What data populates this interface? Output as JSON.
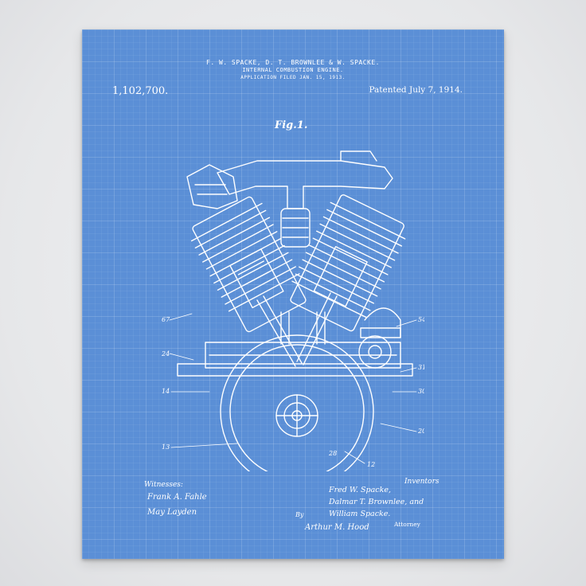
{
  "header": {
    "inventors_line": "F. W. SPACKE, D. T. BROWNLEE & W. SPACKE.",
    "title_line": "INTERNAL COMBUSTION ENGINE.",
    "application_line": "APPLICATION FILED JAN. 15, 1913."
  },
  "patent_number": "1,102,700.",
  "patent_date": "Patented July 7, 1914.",
  "figure_label": "Fig.1.",
  "witnesses": {
    "label": "Witnesses:",
    "signatures": [
      "Frank A. Fahle",
      "May Layden"
    ]
  },
  "inventors": {
    "label": "Inventors",
    "names": [
      "Fred W. Spacke,",
      "Dalmar T. Brownlee, and",
      "William Spacke."
    ]
  },
  "attorney": {
    "by": "By",
    "signature": "Arthur M. Hood",
    "label": "Attorney"
  },
  "colors": {
    "poster_blue": "#5b8fd6",
    "ink": "#ffffff",
    "wall": "#e8e9eb"
  }
}
